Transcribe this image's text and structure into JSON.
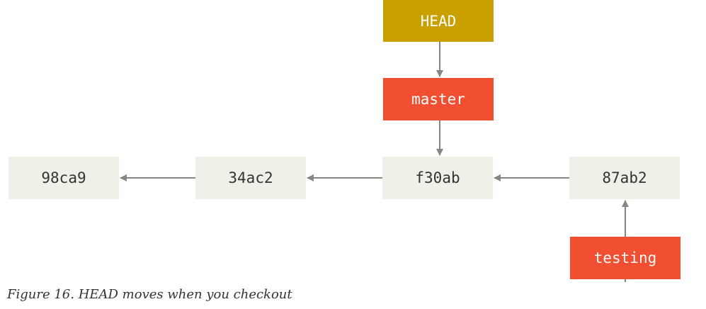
{
  "commits": [
    {
      "id": "98ca9"
    },
    {
      "id": "34ac2"
    },
    {
      "id": "f30ab"
    },
    {
      "id": "87ab2"
    }
  ],
  "refs": {
    "head": {
      "label": "HEAD"
    },
    "master": {
      "label": "master"
    },
    "testing": {
      "label": "testing"
    }
  },
  "colors": {
    "commit_fill": "#f0efe8",
    "branch_fill": "#f14e32",
    "head_fill": "#c9a000",
    "arrow": "#8a8580",
    "text": "#333333"
  },
  "caption": "Figure 16. HEAD moves when you checkout"
}
